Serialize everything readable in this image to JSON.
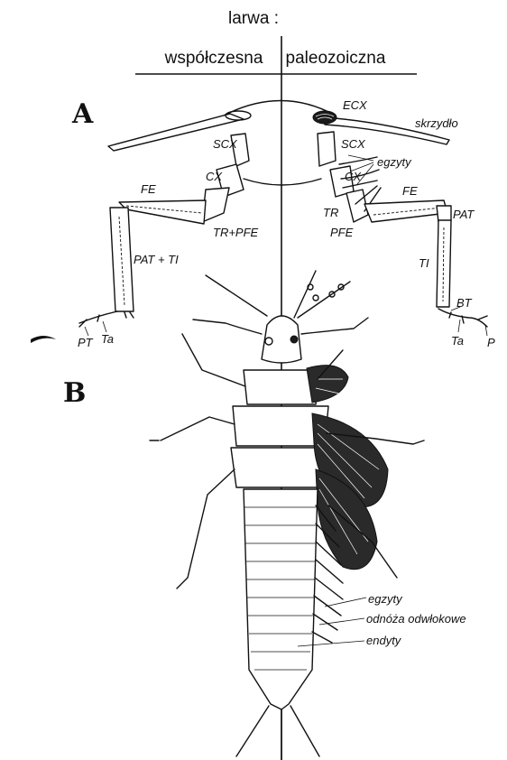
{
  "header": {
    "title": "larwa :",
    "left": "współczesna",
    "right": "paleozoiczna"
  },
  "panels": {
    "a": "A",
    "b": "B"
  },
  "labels": {
    "ecx": "ECX",
    "skrzydlo": "skrzydło",
    "scx_left": "SCX",
    "scx_right": "SCX",
    "egzyty_top": "egzyty",
    "cx_left": "CX",
    "cx_right": "CX",
    "fe_left": "FE",
    "fe_right": "FE",
    "tr": "TR",
    "pfe": "PFE",
    "tr_pfe": "TR+PFE",
    "pat_left": "PAT",
    "pat_ti": "PAT + TI",
    "ti": "TI",
    "bt": "BT",
    "pt": "PT",
    "ta_left": "Ta",
    "ta_right": "Ta",
    "p": "P",
    "egzyty_bottom": "egzyty",
    "odnoza": "odnóża odwłokowe",
    "endyty": "endyty"
  }
}
